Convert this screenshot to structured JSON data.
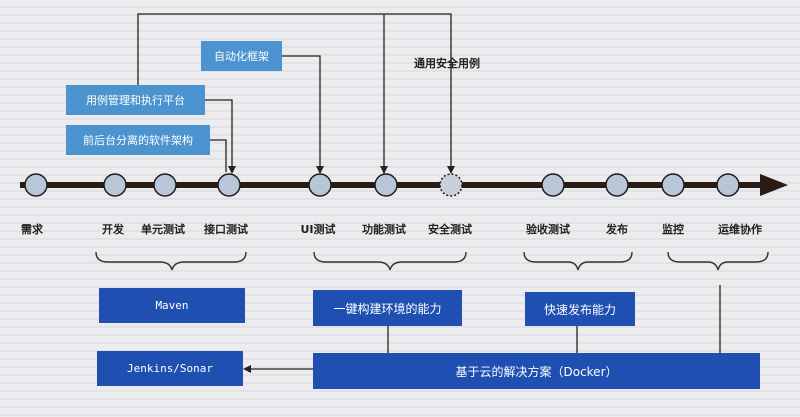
{
  "stages": [
    {
      "id": "demand",
      "label": "需求"
    },
    {
      "id": "dev",
      "label": "开发"
    },
    {
      "id": "unit-test",
      "label": "单元测试"
    },
    {
      "id": "interface-test",
      "label": "接口测试"
    },
    {
      "id": "ui-test",
      "label": "UI测试"
    },
    {
      "id": "function-test",
      "label": "功能测试"
    },
    {
      "id": "security-test",
      "label": "安全测试"
    },
    {
      "id": "acceptance-test",
      "label": "验收测试"
    },
    {
      "id": "release",
      "label": "发布"
    },
    {
      "id": "monitoring",
      "label": "监控"
    },
    {
      "id": "ops-collab",
      "label": "运维协作"
    }
  ],
  "top_boxes": {
    "automation_framework": "自动化框架",
    "case_mgmt_platform": "用例管理和执行平台",
    "frontend_backend_arch": "前后台分离的软件架构"
  },
  "annotation": "通用安全用例",
  "bottom_boxes": {
    "maven": "Maven",
    "env_build": "一键构建环境的能力",
    "fast_release": "快速发布能力",
    "jenkins": "Jenkins/Sonar",
    "cloud_solution": "基于云的解决方案（Docker）"
  },
  "colors": {
    "timeline": "#2a1c14",
    "light_box": "#4b94cf",
    "dark_box": "#1f4fb1",
    "node_fill": "#b9c6d8"
  }
}
